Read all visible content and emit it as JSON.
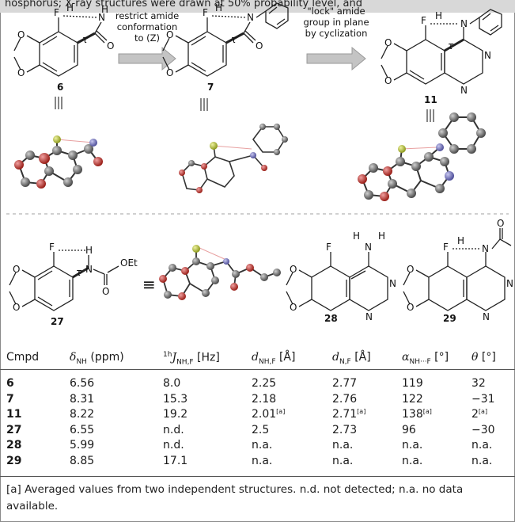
{
  "caption_tail": "hosphorus; X-ray structures were drawn at 50% probability level, and",
  "scheme": {
    "arrow1_text": [
      "restrict amide",
      "conformation",
      "to (Z)"
    ],
    "arrow2_text": [
      "\"lock\" amide",
      "group in plane",
      "by cyclization"
    ],
    "compounds": {
      "c6": "6",
      "c7": "7",
      "c11": "11",
      "c27": "27",
      "c28": "28",
      "c29": "29"
    },
    "atom_labels": {
      "F": "F",
      "H": "H",
      "N": "N",
      "O": "O",
      "OEt": "OEt",
      "tau": "τ"
    },
    "equiv_symbol": "≡"
  },
  "table": {
    "headers": {
      "cmpd": "Cmpd",
      "d_nh_sym": "δ",
      "d_nh_sub": "NH",
      "d_nh_unit": " (ppm)",
      "j_sup": "1h",
      "j_sym": "J",
      "j_sub": "NH,F",
      "j_unit": " [Hz]",
      "dnhf_sym": "d",
      "dnhf_sub": "NH,F",
      "dnhf_unit": " [Å]",
      "dnf_sym": "d",
      "dnf_sub": "N,F",
      "dnf_unit": " [Å]",
      "alpha_sym": "α",
      "alpha_sub": "NH···F",
      "alpha_unit": " [°]",
      "theta_sym": "θ",
      "theta_unit": " [°]"
    },
    "rows": [
      {
        "cmpd": "6",
        "d_nh": "6.56",
        "j": "8.0",
        "d_nhf": "2.25",
        "d_nhf_note": "",
        "d_nf": "2.77",
        "d_nf_note": "",
        "alpha": "119",
        "alpha_note": "",
        "theta": "32",
        "theta_note": ""
      },
      {
        "cmpd": "7",
        "d_nh": "8.31",
        "j": "15.3",
        "d_nhf": "2.18",
        "d_nhf_note": "",
        "d_nf": "2.76",
        "d_nf_note": "",
        "alpha": "122",
        "alpha_note": "",
        "theta": "−31",
        "theta_note": ""
      },
      {
        "cmpd": "11",
        "d_nh": "8.22",
        "j": "19.2",
        "d_nhf": "2.01",
        "d_nhf_note": "[a]",
        "d_nf": "2.71",
        "d_nf_note": "[a]",
        "alpha": "138",
        "alpha_note": "[a]",
        "theta": "2",
        "theta_note": "[a]"
      },
      {
        "cmpd": "27",
        "d_nh": "6.55",
        "j": "n.d.",
        "d_nhf": "2.5",
        "d_nhf_note": "",
        "d_nf": "2.73",
        "d_nf_note": "",
        "alpha": "96",
        "alpha_note": "",
        "theta": "−30",
        "theta_note": ""
      },
      {
        "cmpd": "28",
        "d_nh": "5.99",
        "j": "n.d.",
        "d_nhf": "n.a.",
        "d_nhf_note": "",
        "d_nf": "n.a.",
        "d_nf_note": "",
        "alpha": "n.a.",
        "alpha_note": "",
        "theta": "n.a.",
        "theta_note": ""
      },
      {
        "cmpd": "29",
        "d_nh": "8.85",
        "j": "17.1",
        "d_nhf": "n.a.",
        "d_nhf_note": "",
        "d_nf": "n.a.",
        "d_nf_note": "",
        "alpha": "n.a.",
        "alpha_note": "",
        "theta": "n.a.",
        "theta_note": ""
      }
    ]
  },
  "footnote": "[a] Averaged values from two independent structures. n.d. not detected; n.a. no data available.",
  "colors": {
    "atom_c": "#6b6b6b",
    "atom_o": "#b3261e",
    "atom_n": "#6a6ab5",
    "atom_f": "#b7c23a",
    "hbond": "#e8a0a0",
    "band": "#d8d8d8"
  }
}
